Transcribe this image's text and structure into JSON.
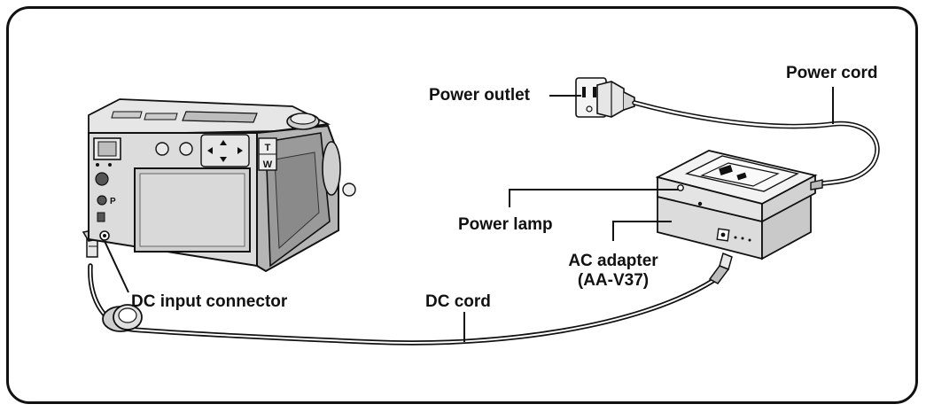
{
  "labels": {
    "power_outlet": "Power outlet",
    "power_cord": "Power cord",
    "power_lamp": "Power lamp",
    "ac_adapter_line1": "AC adapter",
    "ac_adapter_line2": "(AA-V37)",
    "dc_cord": "DC cord",
    "dc_input_connector": "DC input connector"
  },
  "camera_markings": {
    "tele": "T",
    "wide": "W",
    "playback": "P"
  },
  "colors": {
    "ink": "#111111",
    "camera_body": "#d8d8d8",
    "camera_shade": "#a9a9a9",
    "screen": "#cfcfcf",
    "adapter_body": "#ececec"
  }
}
